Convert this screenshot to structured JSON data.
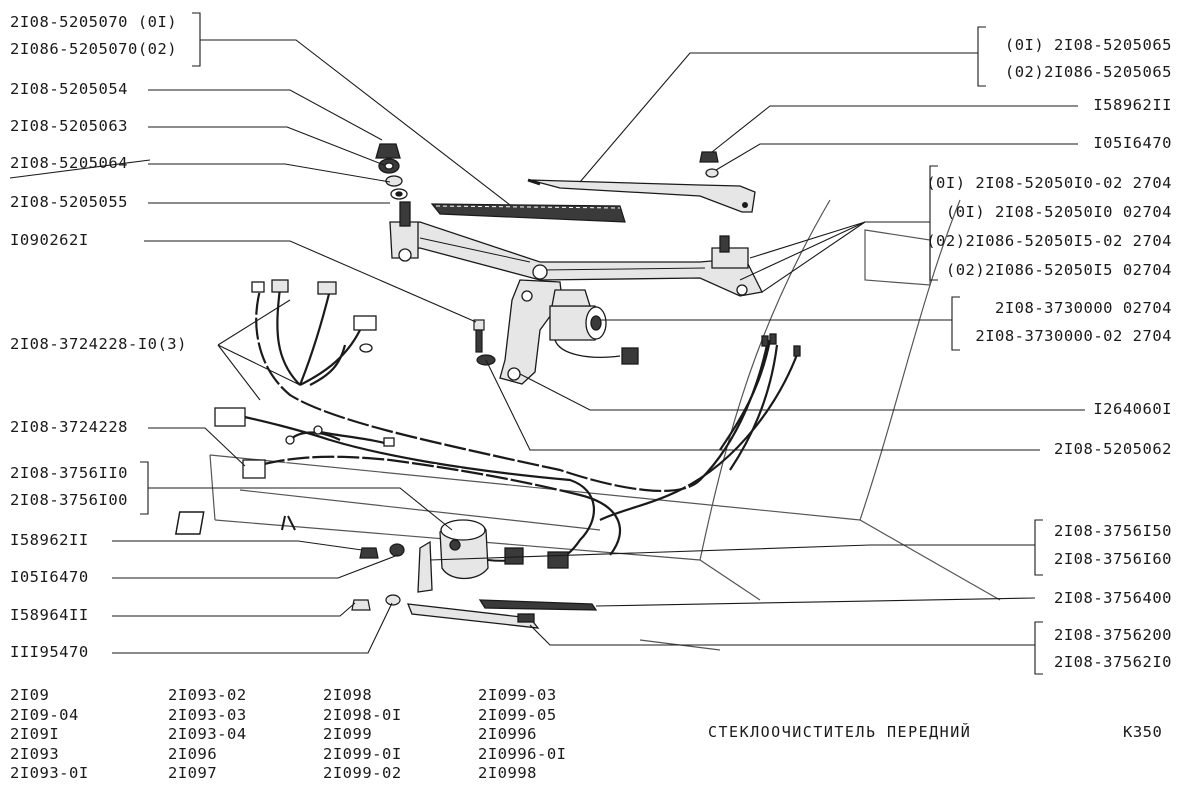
{
  "callouts_left": [
    {
      "id": "wiper-arm-01",
      "text": "2I08-5205070 (0I)"
    },
    {
      "id": "wiper-arm-02",
      "text": "2I086-5205070(02)"
    },
    {
      "id": "cap",
      "text": "2I08-5205054"
    },
    {
      "id": "nut",
      "text": "2I08-5205063"
    },
    {
      "id": "washer",
      "text": "2I08-5205064"
    },
    {
      "id": "bushing",
      "text": "2I08-5205055"
    },
    {
      "id": "bolt",
      "text": "I090262I"
    },
    {
      "id": "harness-10",
      "text": "2I08-3724228-I0(3)"
    },
    {
      "id": "harness",
      "text": "2I08-3724228"
    },
    {
      "id": "pump-110",
      "text": "2I08-3756II0"
    },
    {
      "id": "pump-100",
      "text": "2I08-3756I00"
    },
    {
      "id": "nut-left",
      "text": "I58962II"
    },
    {
      "id": "washer-left",
      "text": "I05I6470"
    },
    {
      "id": "nut-lower",
      "text": "I58964II"
    },
    {
      "id": "washer-lower",
      "text": "III95470"
    }
  ],
  "callouts_right": [
    {
      "id": "blade-01",
      "text": "(0I) 2I08-5205065"
    },
    {
      "id": "blade-02",
      "text": "(02)2I086-5205065"
    },
    {
      "id": "nut-right",
      "text": "I58962II"
    },
    {
      "id": "washer-right",
      "text": "I05I6470"
    },
    {
      "id": "trapezoid-01a",
      "text": "(0I) 2I08-52050I0-02  2704"
    },
    {
      "id": "trapezoid-01b",
      "text": "(0I) 2I08-52050I0 02704"
    },
    {
      "id": "trapezoid-02a",
      "text": "(02)2I086-52050I5-02  2704"
    },
    {
      "id": "trapezoid-02b",
      "text": "(02)2I086-52050I5 02704"
    },
    {
      "id": "motor-a",
      "text": "2I08-3730000 02704"
    },
    {
      "id": "motor-b",
      "text": "2I08-3730000-02 2704"
    },
    {
      "id": "grommet",
      "text": "I264060I"
    },
    {
      "id": "bracket",
      "text": "2I08-5205062"
    },
    {
      "id": "hose-150",
      "text": "2I08-3756I50"
    },
    {
      "id": "hose-160",
      "text": "2I08-3756I60"
    },
    {
      "id": "nozzle",
      "text": "2I08-3756400"
    },
    {
      "id": "jet-200",
      "text": "2I08-3756200"
    },
    {
      "id": "jet-210",
      "text": "2I08-37562I0"
    }
  ],
  "models": [
    [
      "2I09",
      "2I09-04",
      "2I09I",
      "2I093",
      "2I093-0I"
    ],
    [
      "2I093-02",
      "2I093-03",
      "2I093-04",
      "2I096",
      "2I097"
    ],
    [
      "2I098",
      "2I098-0I",
      "2I099",
      "2I099-0I",
      "2I099-02"
    ],
    [
      "2I099-03",
      "2I099-05",
      "2I0996",
      "2I0996-0I",
      "2I0998"
    ]
  ],
  "title": "СТЕКЛООЧИСТИТЕЛЬ ПЕРЕДНИЙ",
  "page_code": "К350",
  "colors": {
    "ink": "#1a1a1a",
    "paper": "#ffffff",
    "fill_light": "#e6e6e6",
    "fill_dark": "#3a3a3a"
  }
}
